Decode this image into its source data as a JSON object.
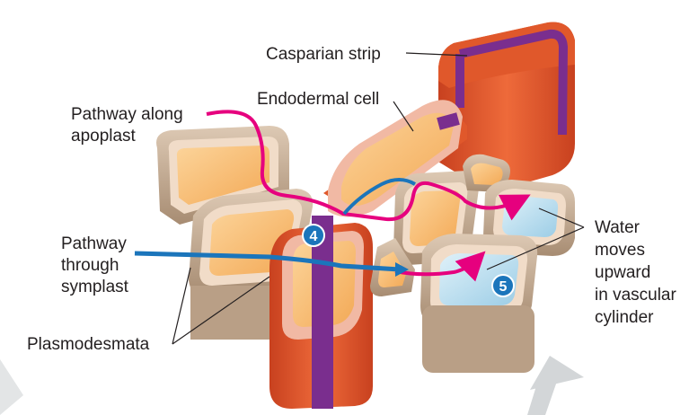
{
  "labels": {
    "casparian_strip": "Casparian strip",
    "endodermal_cell": "Endodermal cell",
    "apoplast_line1": "Pathway along",
    "apoplast_line2": "apoplast",
    "symplast_line1": "Pathway",
    "symplast_line2": "through",
    "symplast_line3": "symplast",
    "plasmodesmata": "Plasmodesmata",
    "water_line1": "Water",
    "water_line2": "moves",
    "water_line3": "upward",
    "water_line4": "in vascular",
    "water_line5": "cylinder"
  },
  "steps": {
    "step4": "4",
    "step5": "5"
  },
  "colors": {
    "apoplast_pathway": "#e6007e",
    "symplast_pathway": "#1b75bb",
    "casparian_strip": "#7a2e8e",
    "endodermis": "#e05a2b",
    "cortex_wall": "#c9b29a",
    "cytoplasm": "#f7b86a",
    "vascular": "#bfe3f3"
  }
}
